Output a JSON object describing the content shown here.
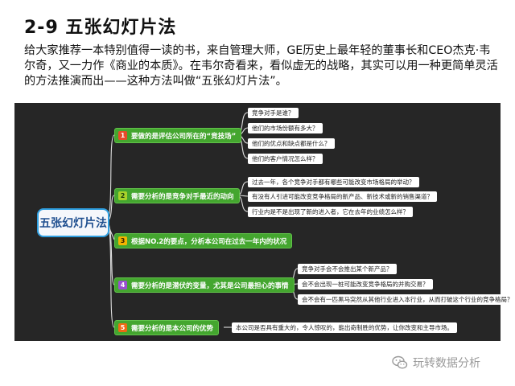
{
  "title": "2-9 五张幻灯片法",
  "intro": "给大家推荐一本特别值得一读的书，来自管理大师，GE历史上最年轻的董事长和CEO杰克·韦尔奇，又一力作《商业的本质》。在韦尔奇看来，看似虚无的战略，其实可以用一种更简单灵活的方法推演而出——这种方法叫做“五张幻灯片法”。",
  "mindmap": {
    "root": "五张幻灯片法",
    "branches": [
      {
        "num": "1",
        "label": "要做的是评估公司所在的“竞技场”",
        "leaves": [
          "竞争对手是谁？",
          "他们的市场份额有多大？",
          "他们的优点和缺点都是什么？",
          "他们的客户情况怎么样？"
        ]
      },
      {
        "num": "2",
        "label": "需要分析的是竞争对手最近的动向",
        "leaves": [
          "过去一年，各个竞争对手都有哪些可能改变市场格局的举动？",
          "有没有人引进可能改变竞争格局的新产品、新技术或新的销售渠道？",
          "行业内是不是出现了新的进入者，它在去年的业绩怎么样？"
        ]
      },
      {
        "num": "3",
        "label": "根据NO.2的要点，分析本公司在过去一年内的状况",
        "leaves": []
      },
      {
        "num": "4",
        "label": "需要分析的是潜伏的变量，尤其是公司最担心的事情",
        "leaves": [
          "竞争对手会不会推出某个新产品？",
          "会不会出现一桩可能改变竞争格局的并购交易？",
          "会不会有一匹黑马突然从其他行业进入本行业，从而打破这个行业的竞争格局？"
        ]
      },
      {
        "num": "5",
        "label": "需要分析的是本公司的优势",
        "leaves": [
          "本公司是否具有重大的，令人惊叹的，能出奇制胜的优势，让你改变和主导市场。"
        ]
      }
    ]
  },
  "watermark": "玩转数据分析",
  "icons": {
    "watermark": "wechat-icon"
  }
}
